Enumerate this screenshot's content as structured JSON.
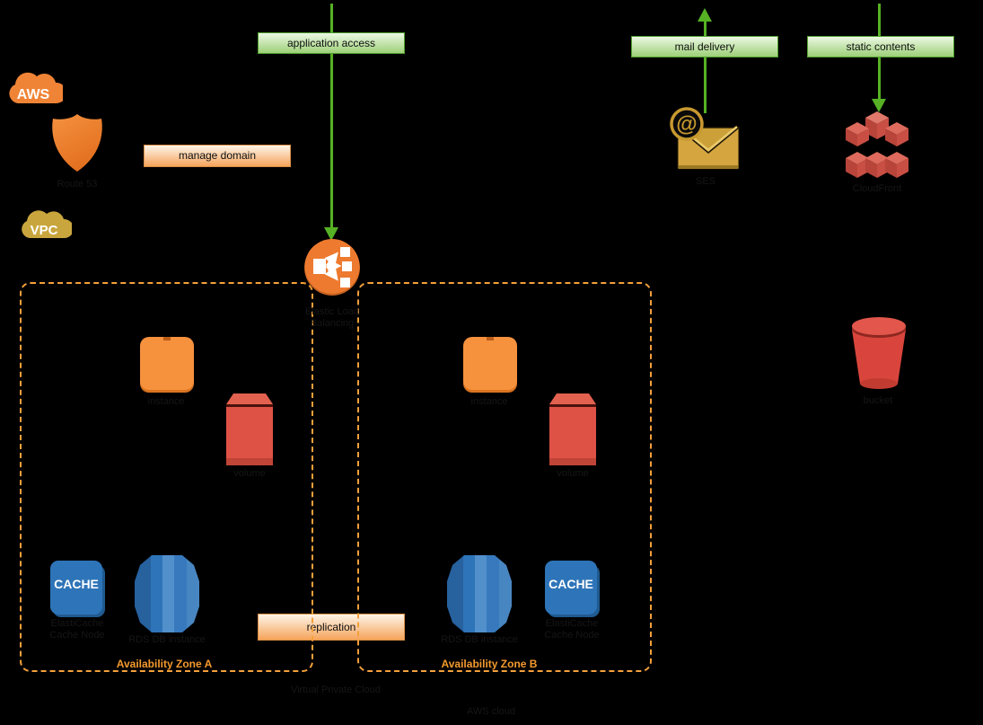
{
  "flow": {
    "application_access": "application access",
    "manage_domain": "manage domain",
    "mail_delivery": "mail delivery",
    "static_contents": "static contents",
    "replication": "replication"
  },
  "zones": {
    "a": "Availability Zone A",
    "b": "Availability Zone B"
  },
  "captions": {
    "vpc": "Virtual Private Cloud",
    "aws_cloud": "AWS cloud"
  },
  "nodes": {
    "aws_cloud": {
      "text": "AWS"
    },
    "vpc_cloud": {
      "text": "VPC"
    },
    "route53": {
      "label": "Route 53"
    },
    "elb": {
      "label1": "Elastic Load",
      "label2": "Balancing"
    },
    "instance_a": {
      "label": "instance"
    },
    "instance_b": {
      "label": "instance"
    },
    "volume_a": {
      "label": "volume"
    },
    "volume_b": {
      "label": "volume"
    },
    "cache_a": {
      "text": "CACHE",
      "label1": "ElastiCache",
      "label2": "Cache Node"
    },
    "cache_b": {
      "text": "CACHE",
      "label1": "ElastiCache",
      "label2": "Cache Node"
    },
    "db_a": {
      "label": "RDS DB instance"
    },
    "db_b": {
      "label": "RDS DB instance"
    },
    "ses": {
      "label": "SES",
      "at_symbol": "@"
    },
    "cloudfront": {
      "label": "CloudFront"
    },
    "bucket": {
      "label": "bucket"
    }
  },
  "colors": {
    "background": "#000000",
    "aws_orange": "#F08436",
    "zone_border": "#F5A03B",
    "zone_label": "#F49A2E",
    "flow_green": "#56B224",
    "green_box_border": "#4F9E2D",
    "orange_box_border": "#DB8F44",
    "cache_blue": "#2E74B8",
    "db_blue": "#3779BC",
    "volume_red": "#DE5246",
    "bucket_red": "#D9453C",
    "cloudfront_red": "#C94F44",
    "ses_gold": "#D5A53F"
  }
}
